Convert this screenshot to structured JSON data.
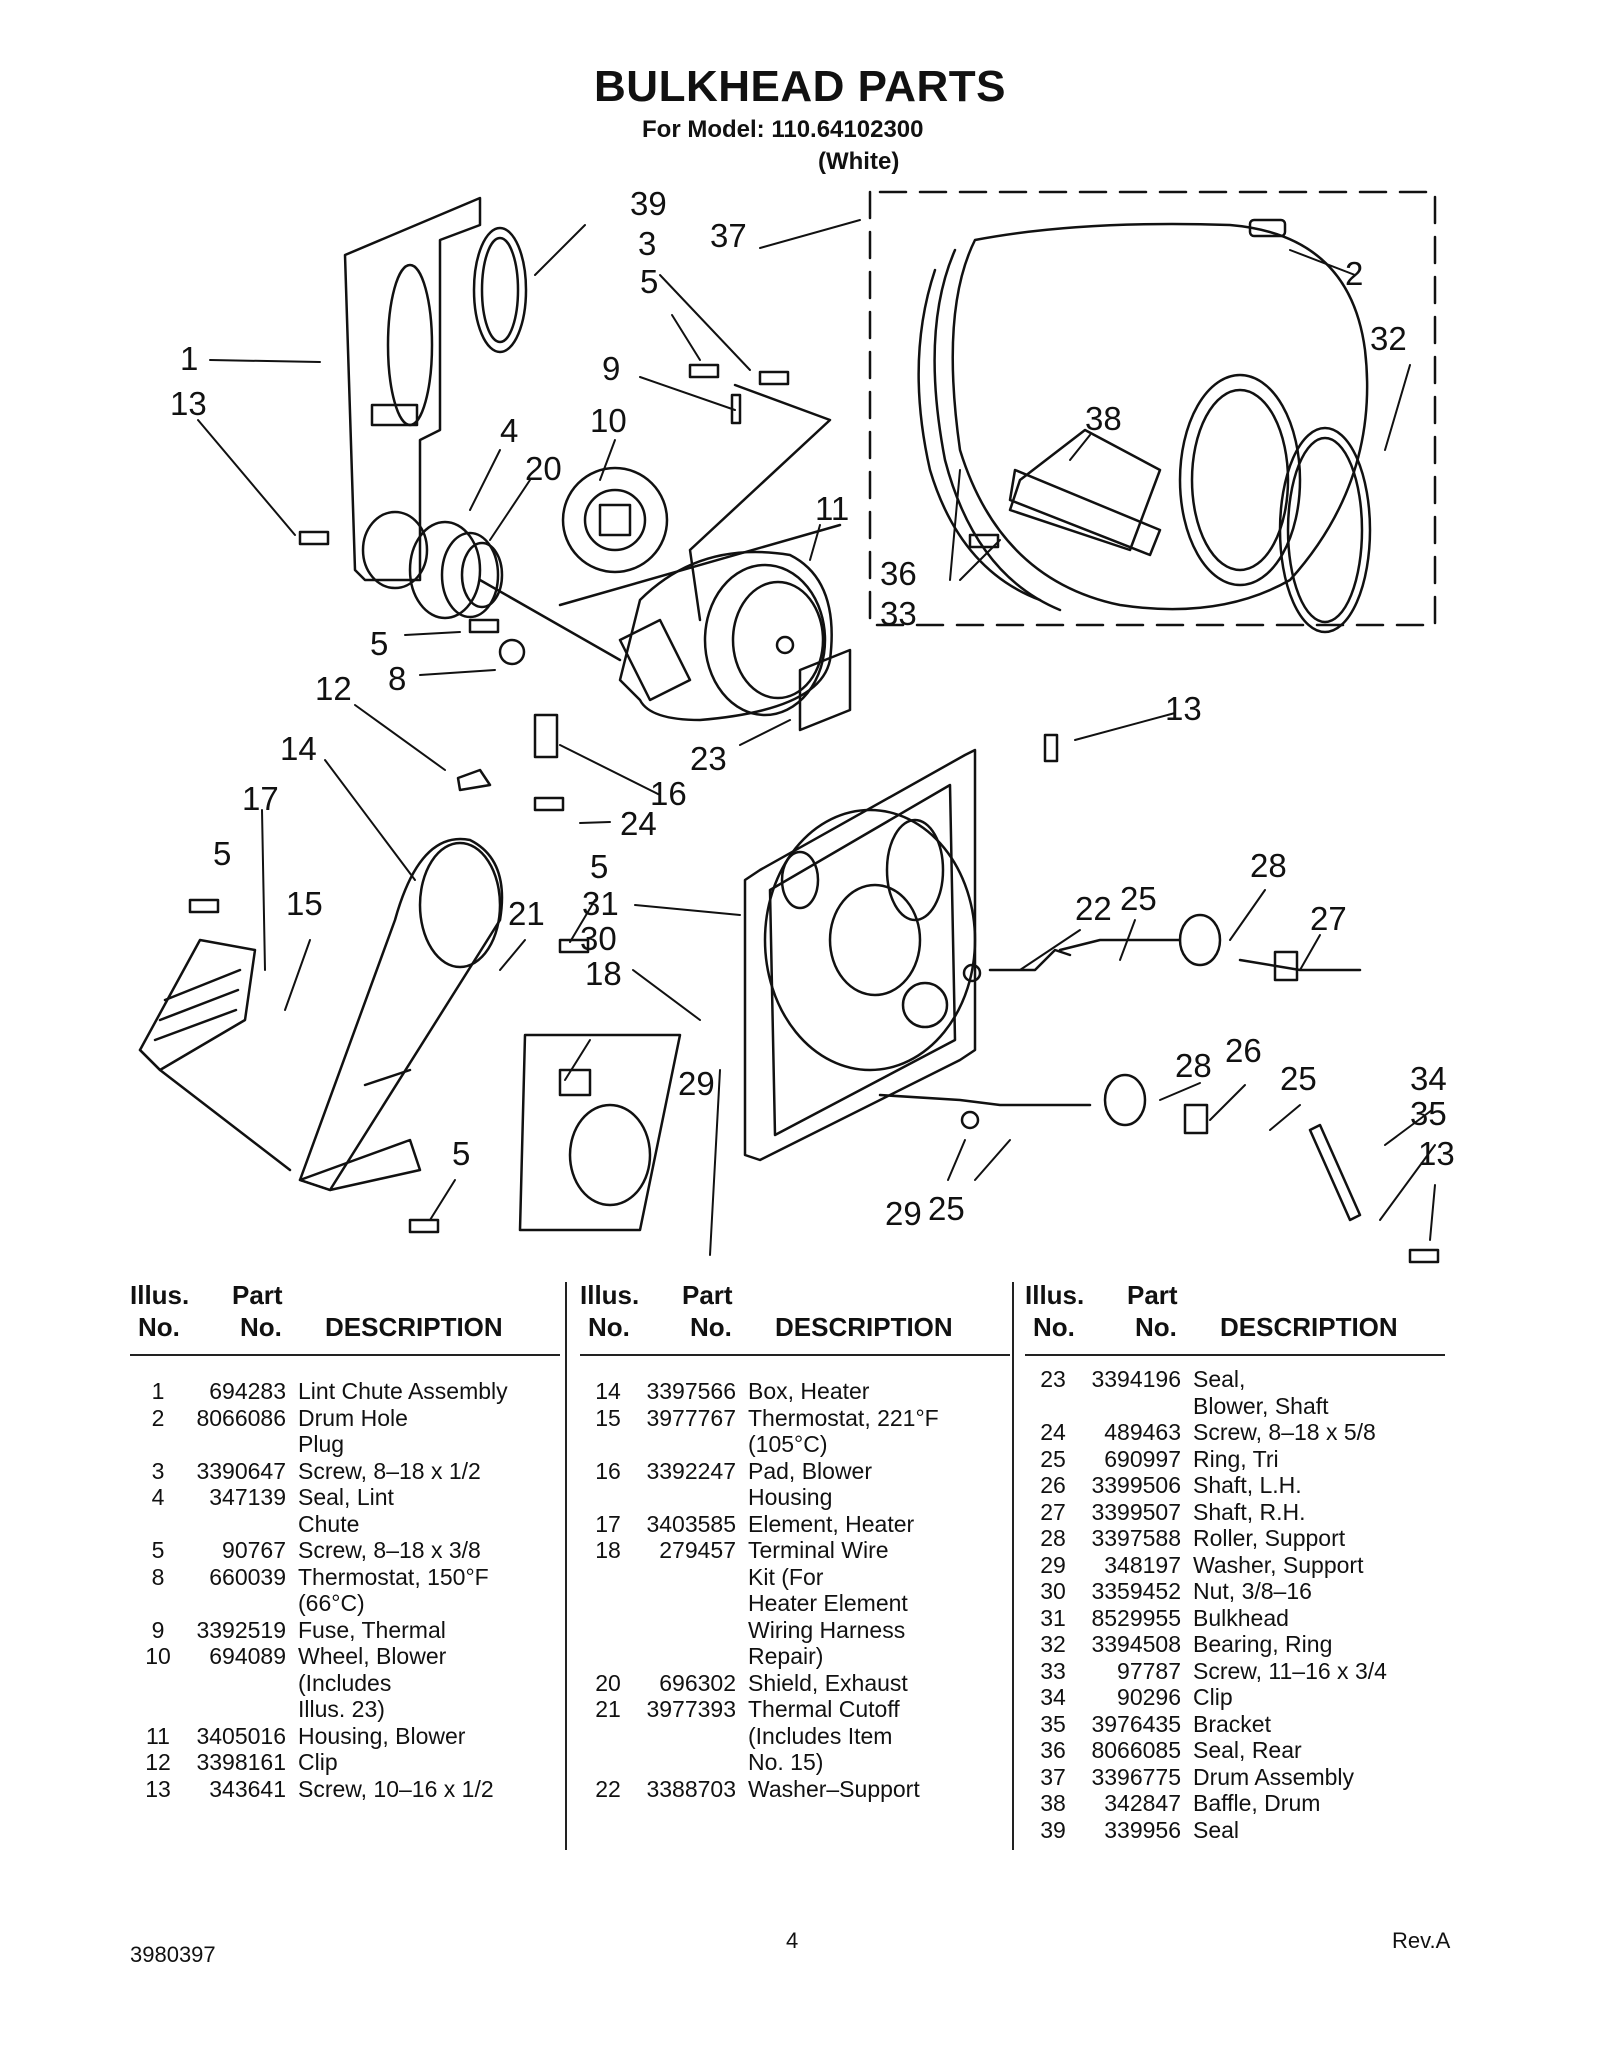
{
  "header": {
    "title": "BULKHEAD PARTS",
    "model_line": "For Model: 110.64102300",
    "color_line": "(White)"
  },
  "diagram": {
    "callouts": [
      "39",
      "3",
      "37",
      "5",
      "2",
      "32",
      "1",
      "13",
      "9",
      "10",
      "38",
      "4",
      "20",
      "11",
      "36",
      "33",
      "5",
      "8",
      "12",
      "14",
      "13",
      "23",
      "17",
      "16",
      "24",
      "5",
      "15",
      "21",
      "31",
      "28",
      "22",
      "25",
      "27",
      "30",
      "5",
      "18",
      "29",
      "28",
      "26",
      "25",
      "34",
      "35",
      "13",
      "5",
      "29",
      "25"
    ]
  },
  "table": {
    "headers": {
      "illus": "Illus.",
      "illus_no": "No.",
      "part": "Part",
      "part_no": "No.",
      "description": "DESCRIPTION"
    },
    "columns": [
      [
        {
          "no": "1",
          "part": "694283",
          "desc": "Lint Chute Assembly"
        },
        {
          "no": "2",
          "part": "8066086",
          "desc": "Drum Hole\nPlug"
        },
        {
          "no": "3",
          "part": "3390647",
          "desc": "Screw, 8–18 x 1/2"
        },
        {
          "no": "4",
          "part": "347139",
          "desc": "Seal, Lint\nChute"
        },
        {
          "no": "5",
          "part": "90767",
          "desc": "Screw, 8–18 x 3/8"
        },
        {
          "no": "8",
          "part": "660039",
          "desc": "Thermostat, 150°F\n(66°C)"
        },
        {
          "no": "9",
          "part": "3392519",
          "desc": "Fuse, Thermal"
        },
        {
          "no": "10",
          "part": "694089",
          "desc": "Wheel, Blower\n(Includes\n Illus. 23)"
        },
        {
          "no": "11",
          "part": "3405016",
          "desc": "Housing, Blower"
        },
        {
          "no": "12",
          "part": "3398161",
          "desc": "Clip"
        },
        {
          "no": "13",
          "part": "343641",
          "desc": "Screw, 10–16 x 1/2"
        }
      ],
      [
        {
          "no": "14",
          "part": "3397566",
          "desc": "Box, Heater"
        },
        {
          "no": "15",
          "part": "3977767",
          "desc": "Thermostat, 221°F\n(105°C)"
        },
        {
          "no": "16",
          "part": "3392247",
          "desc": "Pad, Blower\nHousing"
        },
        {
          "no": "17",
          "part": "3403585",
          "desc": "Element, Heater"
        },
        {
          "no": "18",
          "part": "279457",
          "desc": "Terminal Wire\nKit (For\nHeater Element\nWiring Harness\nRepair)"
        },
        {
          "no": "20",
          "part": "696302",
          "desc": "Shield, Exhaust"
        },
        {
          "no": "21",
          "part": "3977393",
          "desc": "Thermal Cutoff\n(Includes Item\nNo. 15)"
        },
        {
          "no": "22",
          "part": "3388703",
          "desc": "Washer–Support"
        }
      ],
      [
        {
          "no": "23",
          "part": "3394196",
          "desc": "Seal,\nBlower, Shaft"
        },
        {
          "no": "24",
          "part": "489463",
          "desc": "Screw, 8–18 x 5/8"
        },
        {
          "no": "25",
          "part": "690997",
          "desc": "Ring, Tri"
        },
        {
          "no": "26",
          "part": "3399506",
          "desc": "Shaft, L.H."
        },
        {
          "no": "27",
          "part": "3399507",
          "desc": "Shaft, R.H."
        },
        {
          "no": "28",
          "part": "3397588",
          "desc": "Roller, Support"
        },
        {
          "no": "29",
          "part": "348197",
          "desc": "Washer, Support"
        },
        {
          "no": "30",
          "part": "3359452",
          "desc": "Nut, 3/8–16"
        },
        {
          "no": "31",
          "part": "8529955",
          "desc": "Bulkhead"
        },
        {
          "no": "32",
          "part": "3394508",
          "desc": "Bearing, Ring"
        },
        {
          "no": "33",
          "part": "97787",
          "desc": "Screw, 11–16 x 3/4"
        },
        {
          "no": "34",
          "part": "90296",
          "desc": "Clip"
        },
        {
          "no": "35",
          "part": "3976435",
          "desc": "Bracket"
        },
        {
          "no": "36",
          "part": "8066085",
          "desc": "Seal, Rear"
        },
        {
          "no": "37",
          "part": "3396775",
          "desc": "Drum Assembly"
        },
        {
          "no": "38",
          "part": "342847",
          "desc": "Baffle, Drum"
        },
        {
          "no": "39",
          "part": "339956",
          "desc": "Seal"
        }
      ]
    ]
  },
  "footer": {
    "doc_number": "3980397",
    "page_number": "4",
    "revision": "Rev.A"
  }
}
